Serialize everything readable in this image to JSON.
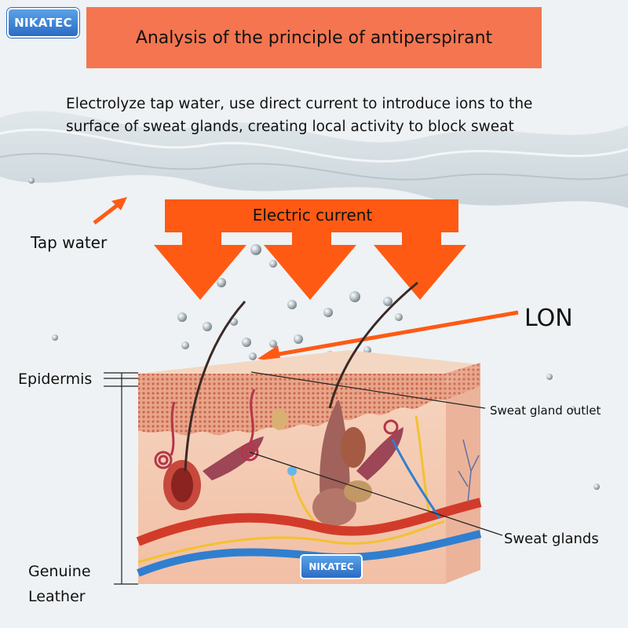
{
  "brand": {
    "logo_text": "NIKATEC"
  },
  "header": {
    "title": "Analysis of the principle of antiperspirant"
  },
  "description": {
    "line1": "Electrolyze tap water, use direct current to introduce ions to the",
    "line2": "surface of sweat glands, creating local activity to block sweat"
  },
  "labels": {
    "electric_current": "Electric current",
    "tap_water": "Tap water",
    "ion": "LON",
    "epidermis": "Epidermis",
    "sweat_gland_outlet": "Sweat gland outlet",
    "sweat_glands": "Sweat glands",
    "leather_line1": "Genuine",
    "leather_line2": "Leather"
  },
  "colors": {
    "title_bg": "#f47550",
    "arrow": "#ff5a14",
    "logo_blue": "#2b6cc4",
    "skin": "#f3c9b0",
    "vein_blue": "#2f7fd0",
    "artery_red": "#d23b2a",
    "nerve_yellow": "#f2c230"
  }
}
